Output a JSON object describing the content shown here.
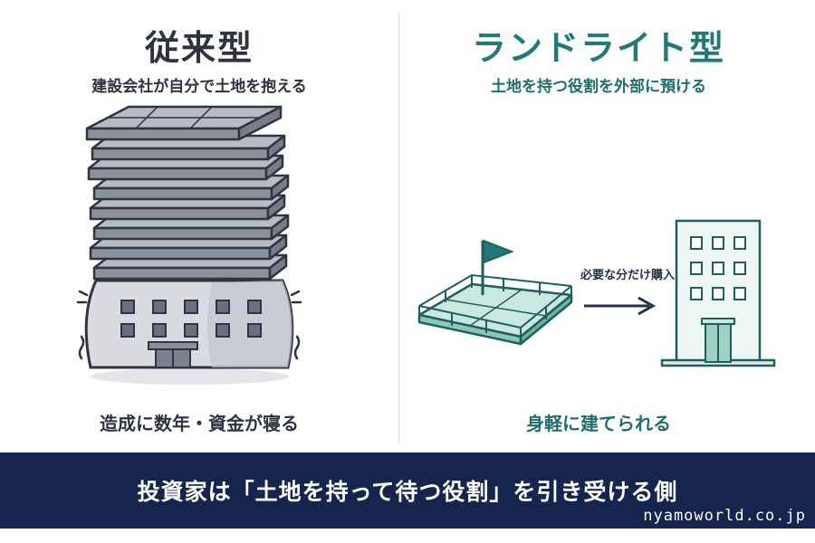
{
  "left": {
    "title": "従来型",
    "subtitle": "建設会社が自分で土地を抱える",
    "caption": "造成に数年・資金が寝る"
  },
  "right": {
    "title": "ランドライト型",
    "subtitle": "土地を持つ役割を外部に預ける",
    "caption": "身軽に建てられる",
    "arrow_label": "必要な分だけ購入"
  },
  "banner": {
    "text": "投資家は「土地を持って待つ役割」を引き受ける側"
  },
  "watermark": "nyamoworld.co.jp",
  "colors": {
    "navy": "#15254d",
    "teal": "#1f7a78",
    "dark_text": "#2e3340",
    "building_grey": "#a9adb6",
    "land_green": "#c9e8df"
  }
}
